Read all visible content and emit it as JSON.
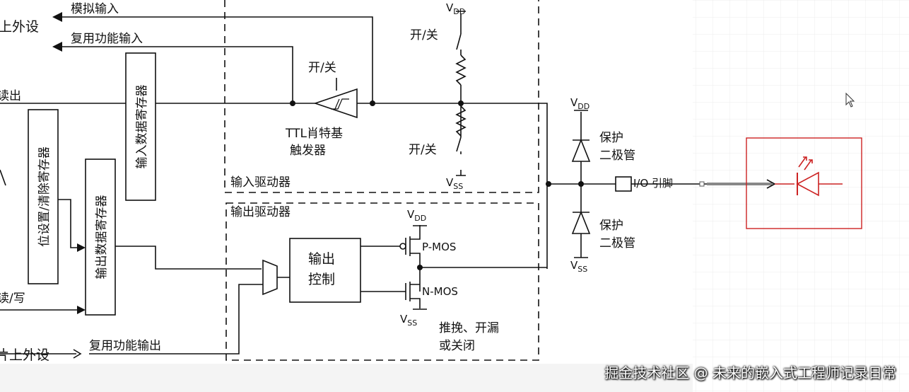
{
  "labels": {
    "analog_input": "模拟输入",
    "onchip_peripheral_top": "上外设",
    "alt_func_input": "复用功能输入",
    "read_out": "读出",
    "input_data_register": "输入数据寄存器",
    "bit_set_clear_register": "位设置/清除寄存器",
    "output_data_register": "输出数据寄存器",
    "read_write": "读/写",
    "onchip_peripheral_bottom": "片上外设",
    "alt_func_output": "复用功能输出",
    "on_off_trigger": "开/关",
    "ttl_schmitt_line1": "TTL肖特基",
    "ttl_schmitt_line2": "触发器",
    "input_driver": "输入驱动器",
    "output_driver": "输出驱动器",
    "output_control_line1": "输出",
    "output_control_line2": "控制",
    "vdd": "V",
    "vdd_sub": "DD",
    "vss": "V",
    "vss_sub": "SS",
    "on_off_pullup": "开/关",
    "on_off_pulldown": "开/关",
    "pmos": "P-MOS",
    "nmos": "N-MOS",
    "mode_line1": "推挽、开漏",
    "mode_line2": "或关闭",
    "protect_line1": "保护",
    "protect_line2": "二极管",
    "io_pin": "I/O 引脚"
  },
  "watermark": "掘金技术社区 @ 未来的嵌入式工程师记录日常",
  "colors": {
    "line": "#111111",
    "accent_red": "#cc2222",
    "grid": "#ececec"
  }
}
